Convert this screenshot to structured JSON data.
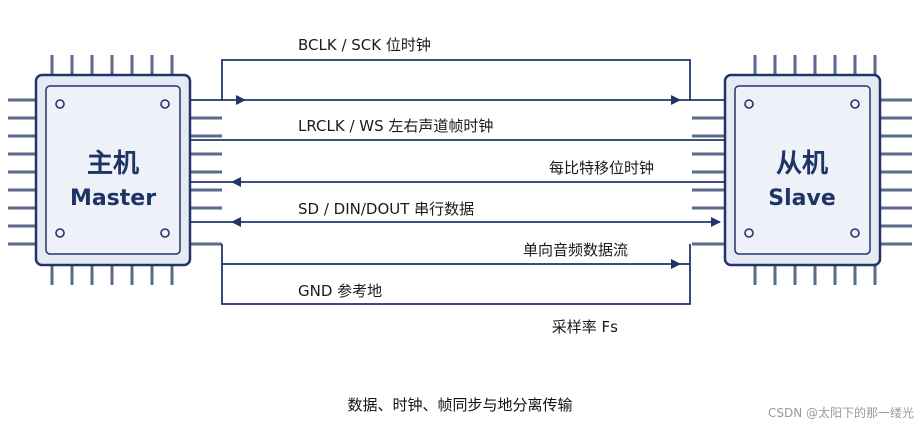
{
  "master": {
    "title_cn": "主机",
    "title_en": "Master"
  },
  "slave": {
    "title_cn": "从机",
    "title_en": "Slave"
  },
  "signals": {
    "bclk": "BCLK / SCK 位时钟",
    "lrclk": "LRCLK / WS 左右声道帧时钟",
    "bit_clock_note": "每比特移位时钟",
    "sd": "SD / DIN/DOUT 串行数据",
    "sd_note": "单向音频数据流",
    "gnd": "GND 参考地",
    "fs_note": "采样率 Fs"
  },
  "caption": "数据、时钟、帧同步与地分离传输",
  "watermark": "CSDN @太阳下的那一缕光",
  "colors": {
    "line": "#22356b",
    "chip_fill": "#e6eaf2",
    "chip_border": "#22356b",
    "pin": "#5a6a8a"
  }
}
